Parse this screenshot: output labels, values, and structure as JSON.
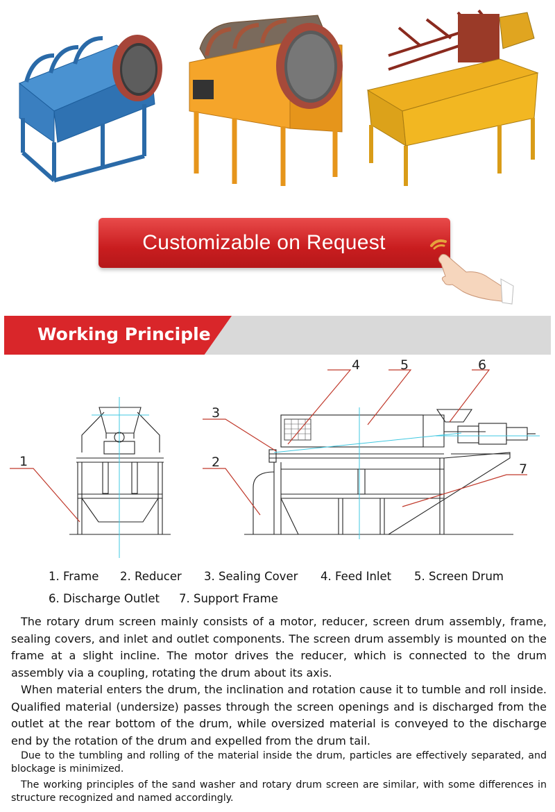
{
  "cta": {
    "label": "Customizable on Request"
  },
  "section": {
    "title": "Working Principle"
  },
  "diagram": {
    "callouts": [
      "1",
      "2",
      "3",
      "4",
      "5",
      "6",
      "7"
    ]
  },
  "legend": [
    [
      "1. Frame",
      "2. Reducer",
      "3. Sealing Cover",
      "4. Feed Inlet",
      "5. Screen Drum"
    ],
    [
      "6. Discharge Outlet",
      "7. Support Frame"
    ]
  ],
  "paragraphs": [
    "The rotary drum screen mainly consists of a motor, reducer, screen drum assembly, frame, sealing covers, and inlet and outlet components. The screen drum assembly is mounted on the frame at a slight incline. The motor drives the reducer, which is connected to the drum assembly via a coupling, rotating the drum about its axis.",
    "When material enters the drum, the inclination and rotation cause it to tumble and roll inside. Qualified material (undersize) passes through the screen openings and is discharged from the outlet at the rear bottom of the drum, while oversized material is conveyed to the discharge end by the rotation of the drum and expelled from the drum tail.",
    "Due to the tumbling and rolling of the material inside the drum, particles are effectively separated, and blockage is minimized.",
    "The working principles of the sand washer and rotary drum screen are similar, with some differences in structure recognized and named accordingly."
  ],
  "colors": {
    "accent_red": "#d9262a",
    "header_gray": "#d9d9d9",
    "machine_blue": "#3f86c6",
    "machine_orange": "#f3a42a",
    "machine_yellow": "#f0b21e",
    "guide_cyan": "#3fc7e0"
  }
}
